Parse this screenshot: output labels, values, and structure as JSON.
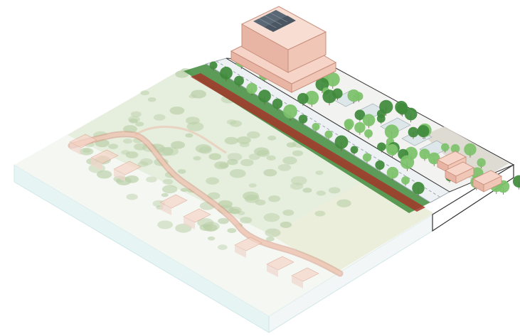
{
  "diagram": {
    "kind": "isometric-masterplan",
    "text_labels": [],
    "palette": {
      "background": "#ffffff",
      "water": "#e6f4f4",
      "water_edge": "#cfe7e8",
      "beach": "#f5f7f2",
      "forest_faded": "#dfe9d4",
      "forest_tree_faded": "#b9cfa7",
      "forest_right": "#e9ecd8",
      "path": "#e9b9a4",
      "path_edge": "#d49a85",
      "building_faded": "#efd5cc",
      "road": "#eef1f3",
      "road_line": "#9aa7b0",
      "green_strip": "#3f8a3b",
      "red_strip": "#a3362a",
      "tree_bright": "#7cc26a",
      "tree_dark": "#3f8a3b",
      "urban_ground": "#f2f2f0",
      "parking": "#dde6e8",
      "building_main": "#f0c6b6",
      "building_roof": "#f6d4c7",
      "building_edge": "#c98f7d",
      "solar": "#5a6875",
      "soil": "#dcd8cf",
      "edge_dark": "#333333"
    },
    "regions": [
      {
        "name": "sea-and-beach-front"
      },
      {
        "name": "pine-forest-faded"
      },
      {
        "name": "coastal-boardwalk-path"
      },
      {
        "name": "road-corridor"
      },
      {
        "name": "linear-green-strip"
      },
      {
        "name": "urban-block-with-parking"
      },
      {
        "name": "large-building-with-solar-roof"
      },
      {
        "name": "small-residential-buildings"
      }
    ]
  }
}
